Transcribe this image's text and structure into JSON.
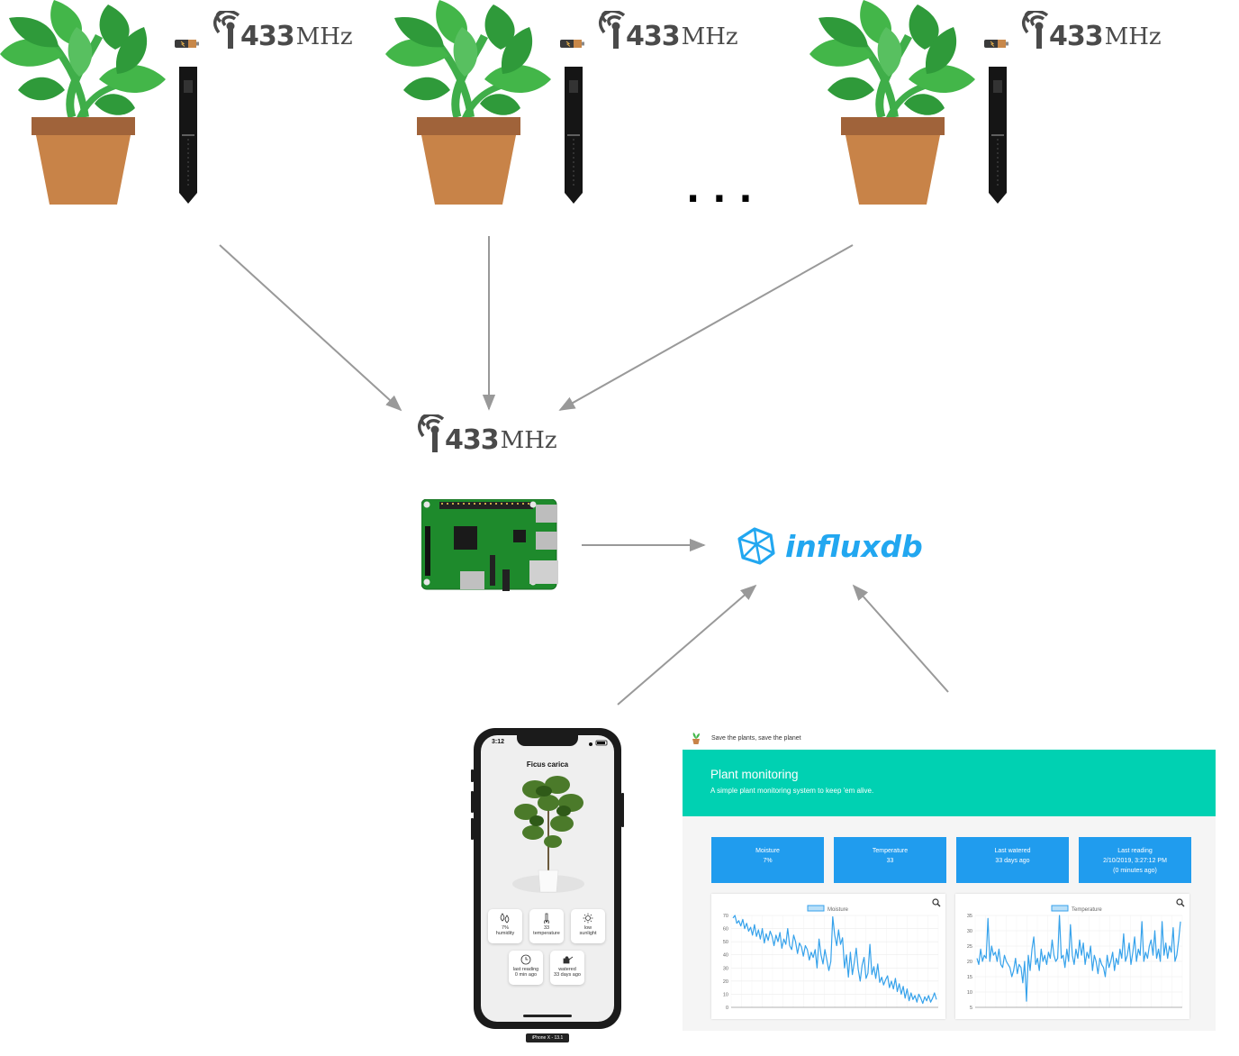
{
  "radio_label": {
    "number": "433",
    "unit": "MHz"
  },
  "ellipsis": "...",
  "influx": {
    "wordmark": "influxdb"
  },
  "phone": {
    "time": "3:12",
    "plant_name": "Ficus carica",
    "tiles": [
      {
        "line1": "7%",
        "line2": "humidity",
        "icon": "droplets-icon"
      },
      {
        "line1": "33",
        "line2": "temperature",
        "icon": "thermometer-icon"
      },
      {
        "line1": "low",
        "line2": "sunlight",
        "icon": "sun-icon"
      },
      {
        "line1": "last reading",
        "line2": "0 min ago",
        "icon": "clock-icon"
      },
      {
        "line1": "watered",
        "line2": "33 days ago",
        "icon": "watering-can-icon"
      }
    ],
    "device_label": "iPhone X - 13.1"
  },
  "dashboard": {
    "brand": "Save the plants, save the planet",
    "title": "Plant monitoring",
    "subtitle": "A simple plant monitoring system to keep 'em alive.",
    "cards": [
      {
        "title": "Moisture",
        "value": "7%",
        "extra": ""
      },
      {
        "title": "Temperature",
        "value": "33",
        "extra": ""
      },
      {
        "title": "Last watered",
        "value": "33 days ago",
        "extra": ""
      },
      {
        "title": "Last reading",
        "value": "2/10/2019, 3:27:12 PM",
        "extra": "(0 minutes ago)"
      }
    ],
    "colors": {
      "hero": "#00d1b2",
      "card": "#209cee",
      "line": "#36a2eb"
    }
  },
  "chart_data": [
    {
      "type": "line",
      "legend": "Moisture",
      "ylim": [
        0,
        70
      ],
      "yticks": [
        "70",
        "60",
        "50",
        "40",
        "30",
        "20",
        "10",
        "0"
      ],
      "values": [
        68,
        70,
        64,
        66,
        62,
        67,
        60,
        64,
        58,
        61,
        55,
        63,
        54,
        59,
        52,
        60,
        49,
        56,
        51,
        58,
        54,
        47,
        55,
        50,
        57,
        45,
        52,
        48,
        60,
        47,
        44,
        55,
        50,
        41,
        49,
        46,
        39,
        47,
        44,
        36,
        42,
        38,
        44,
        30,
        52,
        40,
        33,
        44,
        36,
        28,
        35,
        69,
        55,
        47,
        59,
        48,
        53,
        30,
        40,
        23,
        42,
        25,
        34,
        45,
        29,
        20,
        32,
        38,
        22,
        26,
        48,
        25,
        31,
        22,
        33,
        19,
        23,
        17,
        21,
        24,
        15,
        20,
        14,
        22,
        12,
        18,
        10,
        16,
        7,
        14,
        5,
        11,
        6,
        9,
        4,
        10,
        7,
        3,
        8,
        5,
        9,
        4,
        7,
        11,
        6
      ]
    },
    {
      "type": "line",
      "legend": "Temperature",
      "ylim": [
        5,
        35
      ],
      "yticks": [
        "35",
        "30",
        "25",
        "20",
        "15",
        "10",
        "5"
      ],
      "values": [
        21,
        19,
        24,
        20,
        22,
        21,
        34,
        20,
        25,
        22,
        23,
        20,
        24,
        19,
        18,
        22,
        20,
        19,
        18,
        15,
        17,
        21,
        16,
        19,
        18,
        13,
        20,
        7,
        22,
        17,
        24,
        28,
        19,
        21,
        17,
        24,
        20,
        22,
        19,
        23,
        21,
        27,
        22,
        20,
        21,
        35,
        21,
        22,
        18,
        24,
        20,
        32,
        22,
        19,
        24,
        21,
        27,
        22,
        26,
        19,
        23,
        21,
        25,
        17,
        22,
        20,
        16,
        21,
        19,
        18,
        15,
        22,
        18,
        20,
        23,
        17,
        21,
        19,
        24,
        21,
        29,
        20,
        22,
        26,
        19,
        23,
        28,
        20,
        24,
        22,
        33,
        20,
        23,
        21,
        25,
        27,
        22,
        30,
        21,
        24,
        20,
        33,
        22,
        26,
        21,
        25,
        23,
        31,
        20,
        22,
        27,
        33
      ]
    }
  ]
}
